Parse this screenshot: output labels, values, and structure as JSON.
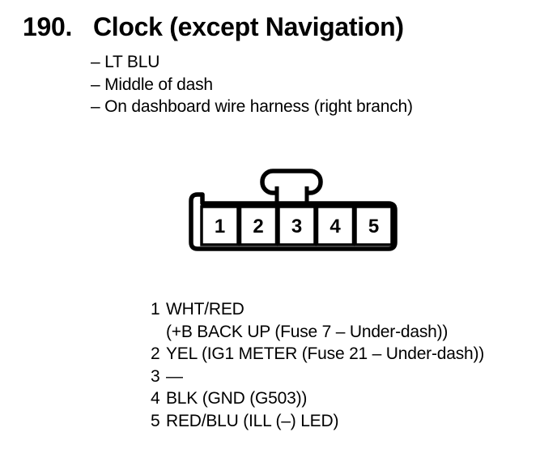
{
  "colors": {
    "background": "#ffffff",
    "ink": "#000000"
  },
  "header": {
    "number": "190.",
    "title": "Clock (except Navigation)"
  },
  "notes": {
    "items": [
      "– LT BLU",
      "– Middle of dash",
      "– On dashboard wire harness (right branch)"
    ]
  },
  "connector": {
    "pins": [
      "1",
      "2",
      "3",
      "4",
      "5"
    ]
  },
  "pinout": {
    "rows": [
      {
        "pin": "1",
        "line1": "WHT/RED",
        "line2": "(+B BACK UP (Fuse 7 – Under-dash))"
      },
      {
        "pin": "2",
        "line1": "YEL (IG1 METER (Fuse 21 – Under-dash))"
      },
      {
        "pin": "3",
        "line1": "—"
      },
      {
        "pin": "4",
        "line1": "BLK (GND (G503))"
      },
      {
        "pin": "5",
        "line1": "RED/BLU (ILL (–) LED)"
      }
    ]
  }
}
